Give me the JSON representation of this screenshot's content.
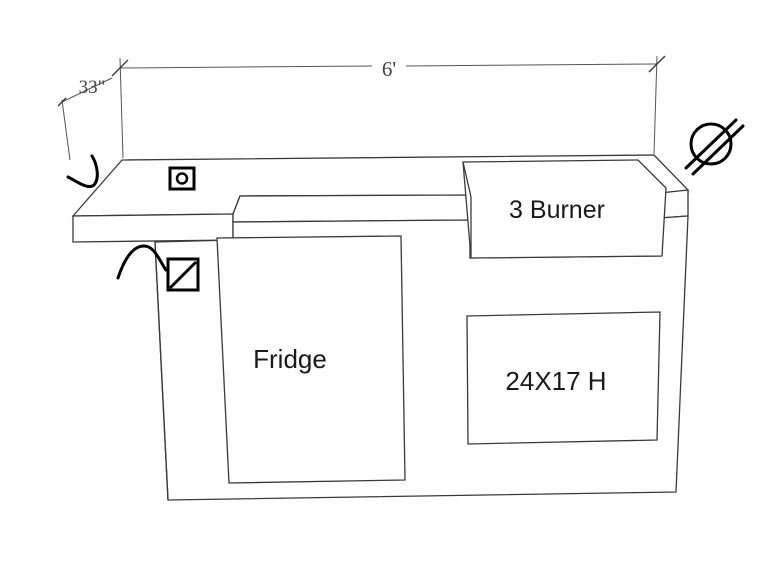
{
  "dimensions": {
    "length": "6'",
    "depth": "33\""
  },
  "appliances": {
    "burner": "3 Burner",
    "fridge": "Fridge",
    "access_door": "24X17 H"
  },
  "symbols": {
    "gas_line": "no-symbol-icon",
    "outlet": "outlet-icon",
    "water": "water-box-icon"
  }
}
